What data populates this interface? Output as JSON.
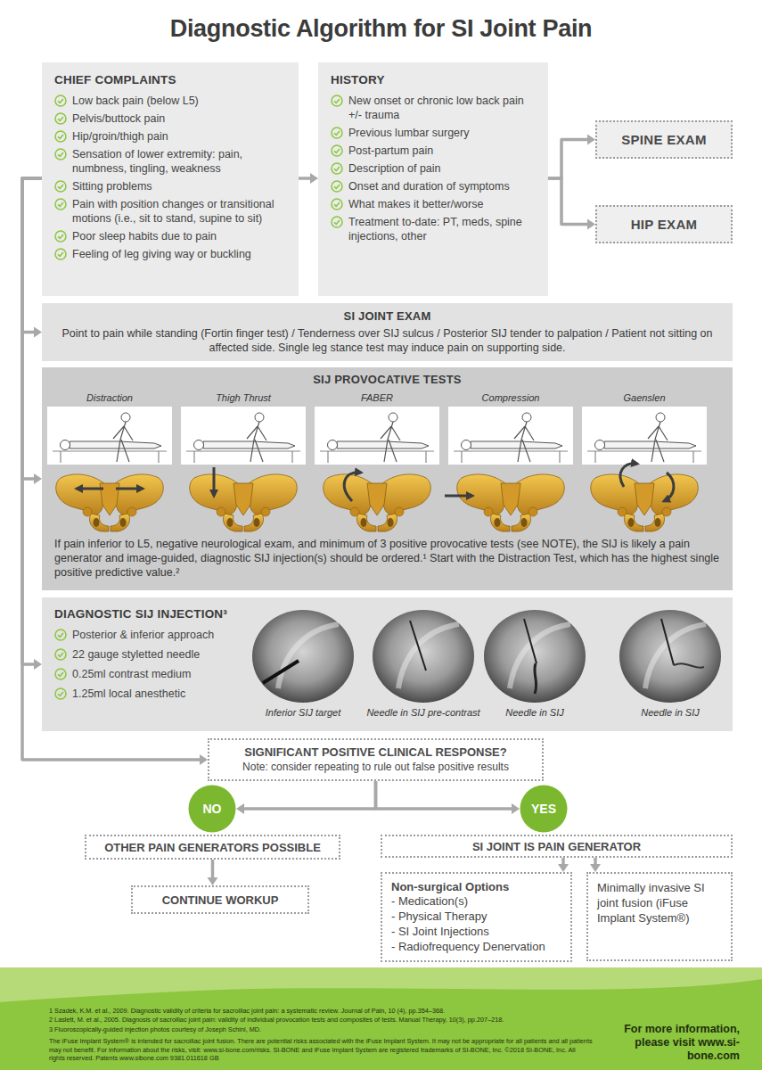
{
  "diagram": {
    "title": "Diagnostic Algorithm for SI Joint Pain",
    "nodes": [
      {
        "text": [
          "CHIEF COMPLAINTS",
          "Low back pain (below L5)",
          "Pelvis/buttock pain",
          "Hip/groin/thigh pain",
          "Sensation of lower extremity: pain, numbness, tingling, weakness",
          "Sitting problems",
          "Pain with position changes or transitional motions (i.e., sit to stand, supine to sit)",
          "Poor sleep habits due to pain",
          "Feeling of leg giving way or buckling"
        ]
      },
      {
        "text": [
          "HISTORY",
          "New onset or chronic low back pain +/- trauma",
          "Previous lumbar surgery",
          "Post-partum pain",
          "Description of pain",
          "Onset and duration of symptoms",
          "What makes it better/worse",
          "Treatment to-date: PT, meds, spine injections, other"
        ]
      },
      {
        "text": [
          "SPINE EXAM"
        ]
      },
      {
        "text": [
          "HIP EXAM"
        ]
      },
      {
        "text": [
          "SI JOINT EXAM",
          "Point to pain while standing (Fortin finger test) / Tenderness over SIJ sulcus / Posterior SIJ tender to palpation / Patient not sitting on affected side. Single leg stance test may induce pain on supporting side."
        ]
      },
      {
        "text": [
          "SIJ PROVOCATIVE TESTS",
          "If pain inferior to L5, negative neurological exam, and minimum of 3 positive provocative tests (see NOTE), the SIJ is likely a pain generator and image-guided, diagnostic SIJ injection(s) should be ordered.¹ Start with the Distraction Test, which has the highest single positive predictive value.²"
        ]
      },
      {
        "text": [
          "DIAGNOSTIC SIJ INJECTION³",
          "Posterior & inferior approach",
          "22 gauge styletted needle",
          "0.25ml contrast medium",
          "1.25ml local anesthetic"
        ]
      },
      {
        "text": [
          "SIGNIFICANT POSITIVE CLINICAL RESPONSE?",
          "Note: consider repeating to rule out false positive results"
        ]
      },
      {
        "text": [
          "NO"
        ]
      },
      {
        "text": [
          "YES"
        ]
      },
      {
        "text": [
          "OTHER PAIN GENERATORS POSSIBLE"
        ]
      },
      {
        "text": [
          "CONTINUE WORKUP"
        ]
      },
      {
        "text": [
          "SI JOINT IS PAIN GENERATOR"
        ]
      },
      {
        "text": [
          "Non-surgical Options",
          "- Medication(s)",
          "- Physical Therapy",
          "- SI Joint Injections",
          "- Radiofrequency Denervation"
        ]
      },
      {
        "text": [
          "Minimally invasive SI joint fusion (iFuse Implant System®)"
        ]
      },
      {
        "text": [
          "1 Szadek, K.M. et al., 2009. Diagnostic validity of criteria for sacroiliac joint pain: a systematic review. Journal of Pain, 10 (4), pp.354–368.",
          "2 Laslett, M. et al., 2005. Diagnosis of sacroiliac joint pain: validity of individual provocation tests and composites of tests. Manual Therapy, 10(3), pp.207–218.",
          "3 Fluoroscopically-guided injection photos courtesy of Joseph Schini, MD.",
          "The iFuse Implant System® is intended for sacroiliac joint fusion. There are potential risks associated with the iFuse Implant System. It may not be appropriate for all patients and all patients may not benefit. For information about the risks, visit: www.si-bone.com/risks. SI-BONE and iFuse Implant System are registered trademarks of SI-BONE, Inc. ©2018 SI-BONE, Inc. All rights reserved. Patents www.sibone.com 9381.011618 GB",
          "For more information, please visit www.si-bone.com"
        ]
      }
    ],
    "edges": [
      {
        "from": 0,
        "to": 1,
        "arrow": "to"
      },
      {
        "from": 1,
        "to": 2,
        "arrow": "to"
      },
      {
        "from": 1,
        "to": 3,
        "arrow": "to"
      },
      {
        "from": 0,
        "to": 4,
        "arrow": "to"
      },
      {
        "from": 0,
        "to": 5,
        "arrow": "to"
      },
      {
        "from": 0,
        "to": 6,
        "arrow": "to"
      },
      {
        "from": 0,
        "to": 7,
        "arrow": "to"
      },
      {
        "from": 7,
        "to": 8,
        "arrow": "to"
      },
      {
        "from": 7,
        "to": 9,
        "arrow": "to"
      },
      {
        "from": 10,
        "to": 11,
        "arrow": "to"
      },
      {
        "from": 12,
        "to": 13,
        "arrow": "to"
      },
      {
        "from": 12,
        "to": 14,
        "arrow": "to"
      }
    ],
    "labels": [
      "Distraction",
      "Thigh Thrust",
      "FABER",
      "Compression",
      "Gaenslen",
      "Inferior SIJ target",
      "Needle in SIJ pre-contrast",
      "Needle in SIJ",
      "Needle in SIJ"
    ]
  }
}
